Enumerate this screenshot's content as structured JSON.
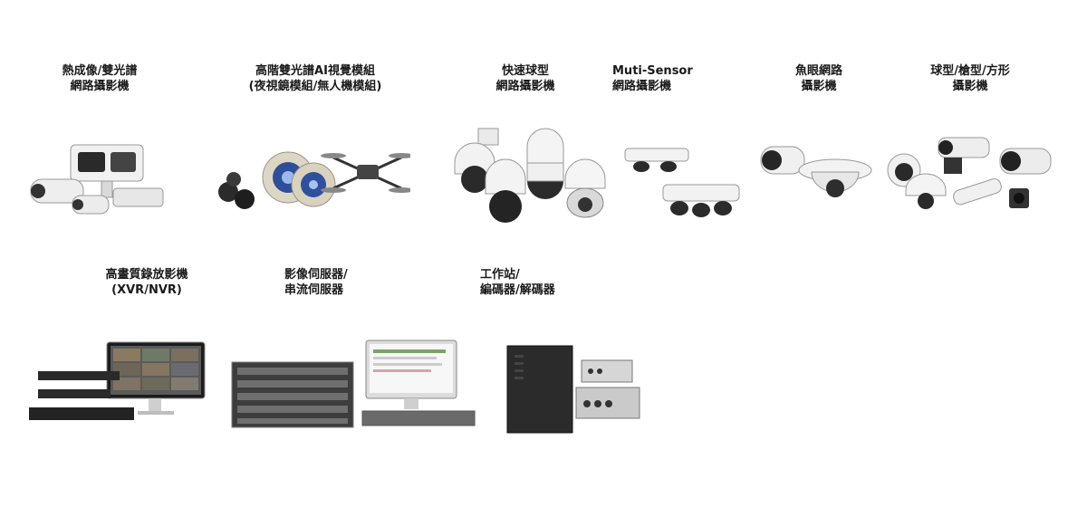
{
  "products": [
    {
      "id": "thermal-camera",
      "lines": [
        "熱成像/雙光譜",
        "網路攝影機"
      ]
    },
    {
      "id": "ai-module",
      "lines": [
        "高階雙光譜AI視覺模組",
        "(夜視鏡模組/無人機模組)"
      ]
    },
    {
      "id": "speed-dome",
      "lines": [
        "快速球型",
        "網路攝影機"
      ]
    },
    {
      "id": "multi-sensor",
      "lines": [
        "Muti-Sensor",
        "網路攝影機"
      ]
    },
    {
      "id": "fisheye",
      "lines": [
        "魚眼網路",
        "攝影機"
      ]
    },
    {
      "id": "dome-bullet-box",
      "lines": [
        "球型/槍型/方形",
        "攝影機"
      ]
    },
    {
      "id": "recorder",
      "lines": [
        "高畫質錄放影機",
        "(XVR/NVR)"
      ]
    },
    {
      "id": "server",
      "lines": [
        "影像伺服器/",
        "串流伺服器"
      ]
    },
    {
      "id": "workstation",
      "lines": [
        "工作站/",
        "編碼器/解碼器"
      ]
    }
  ]
}
